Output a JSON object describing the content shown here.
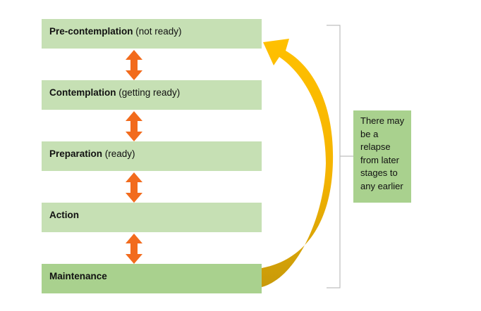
{
  "stages": [
    {
      "name": "Pre-contemplation",
      "qualifier": " (not ready)"
    },
    {
      "name": "Contemplation",
      "qualifier": " (getting ready)"
    },
    {
      "name": "Preparation",
      "qualifier": " (ready)"
    },
    {
      "name": "Action",
      "qualifier": ""
    },
    {
      "name": "Maintenance",
      "qualifier": ""
    }
  ],
  "note": {
    "lines": [
      "There may",
      "be a",
      "relapse",
      "from later",
      "stages to",
      "any earlier"
    ]
  },
  "colors": {
    "stage_fill": "#c6e0b4",
    "maintenance_fill": "#a9d18e",
    "note_fill": "#a9d18e",
    "double_arrow": "#f26b1d",
    "relapse_arrow_top": "#ffc000",
    "relapse_arrow_bottom": "#c89a0a",
    "bracket": "#bfbfbf"
  }
}
